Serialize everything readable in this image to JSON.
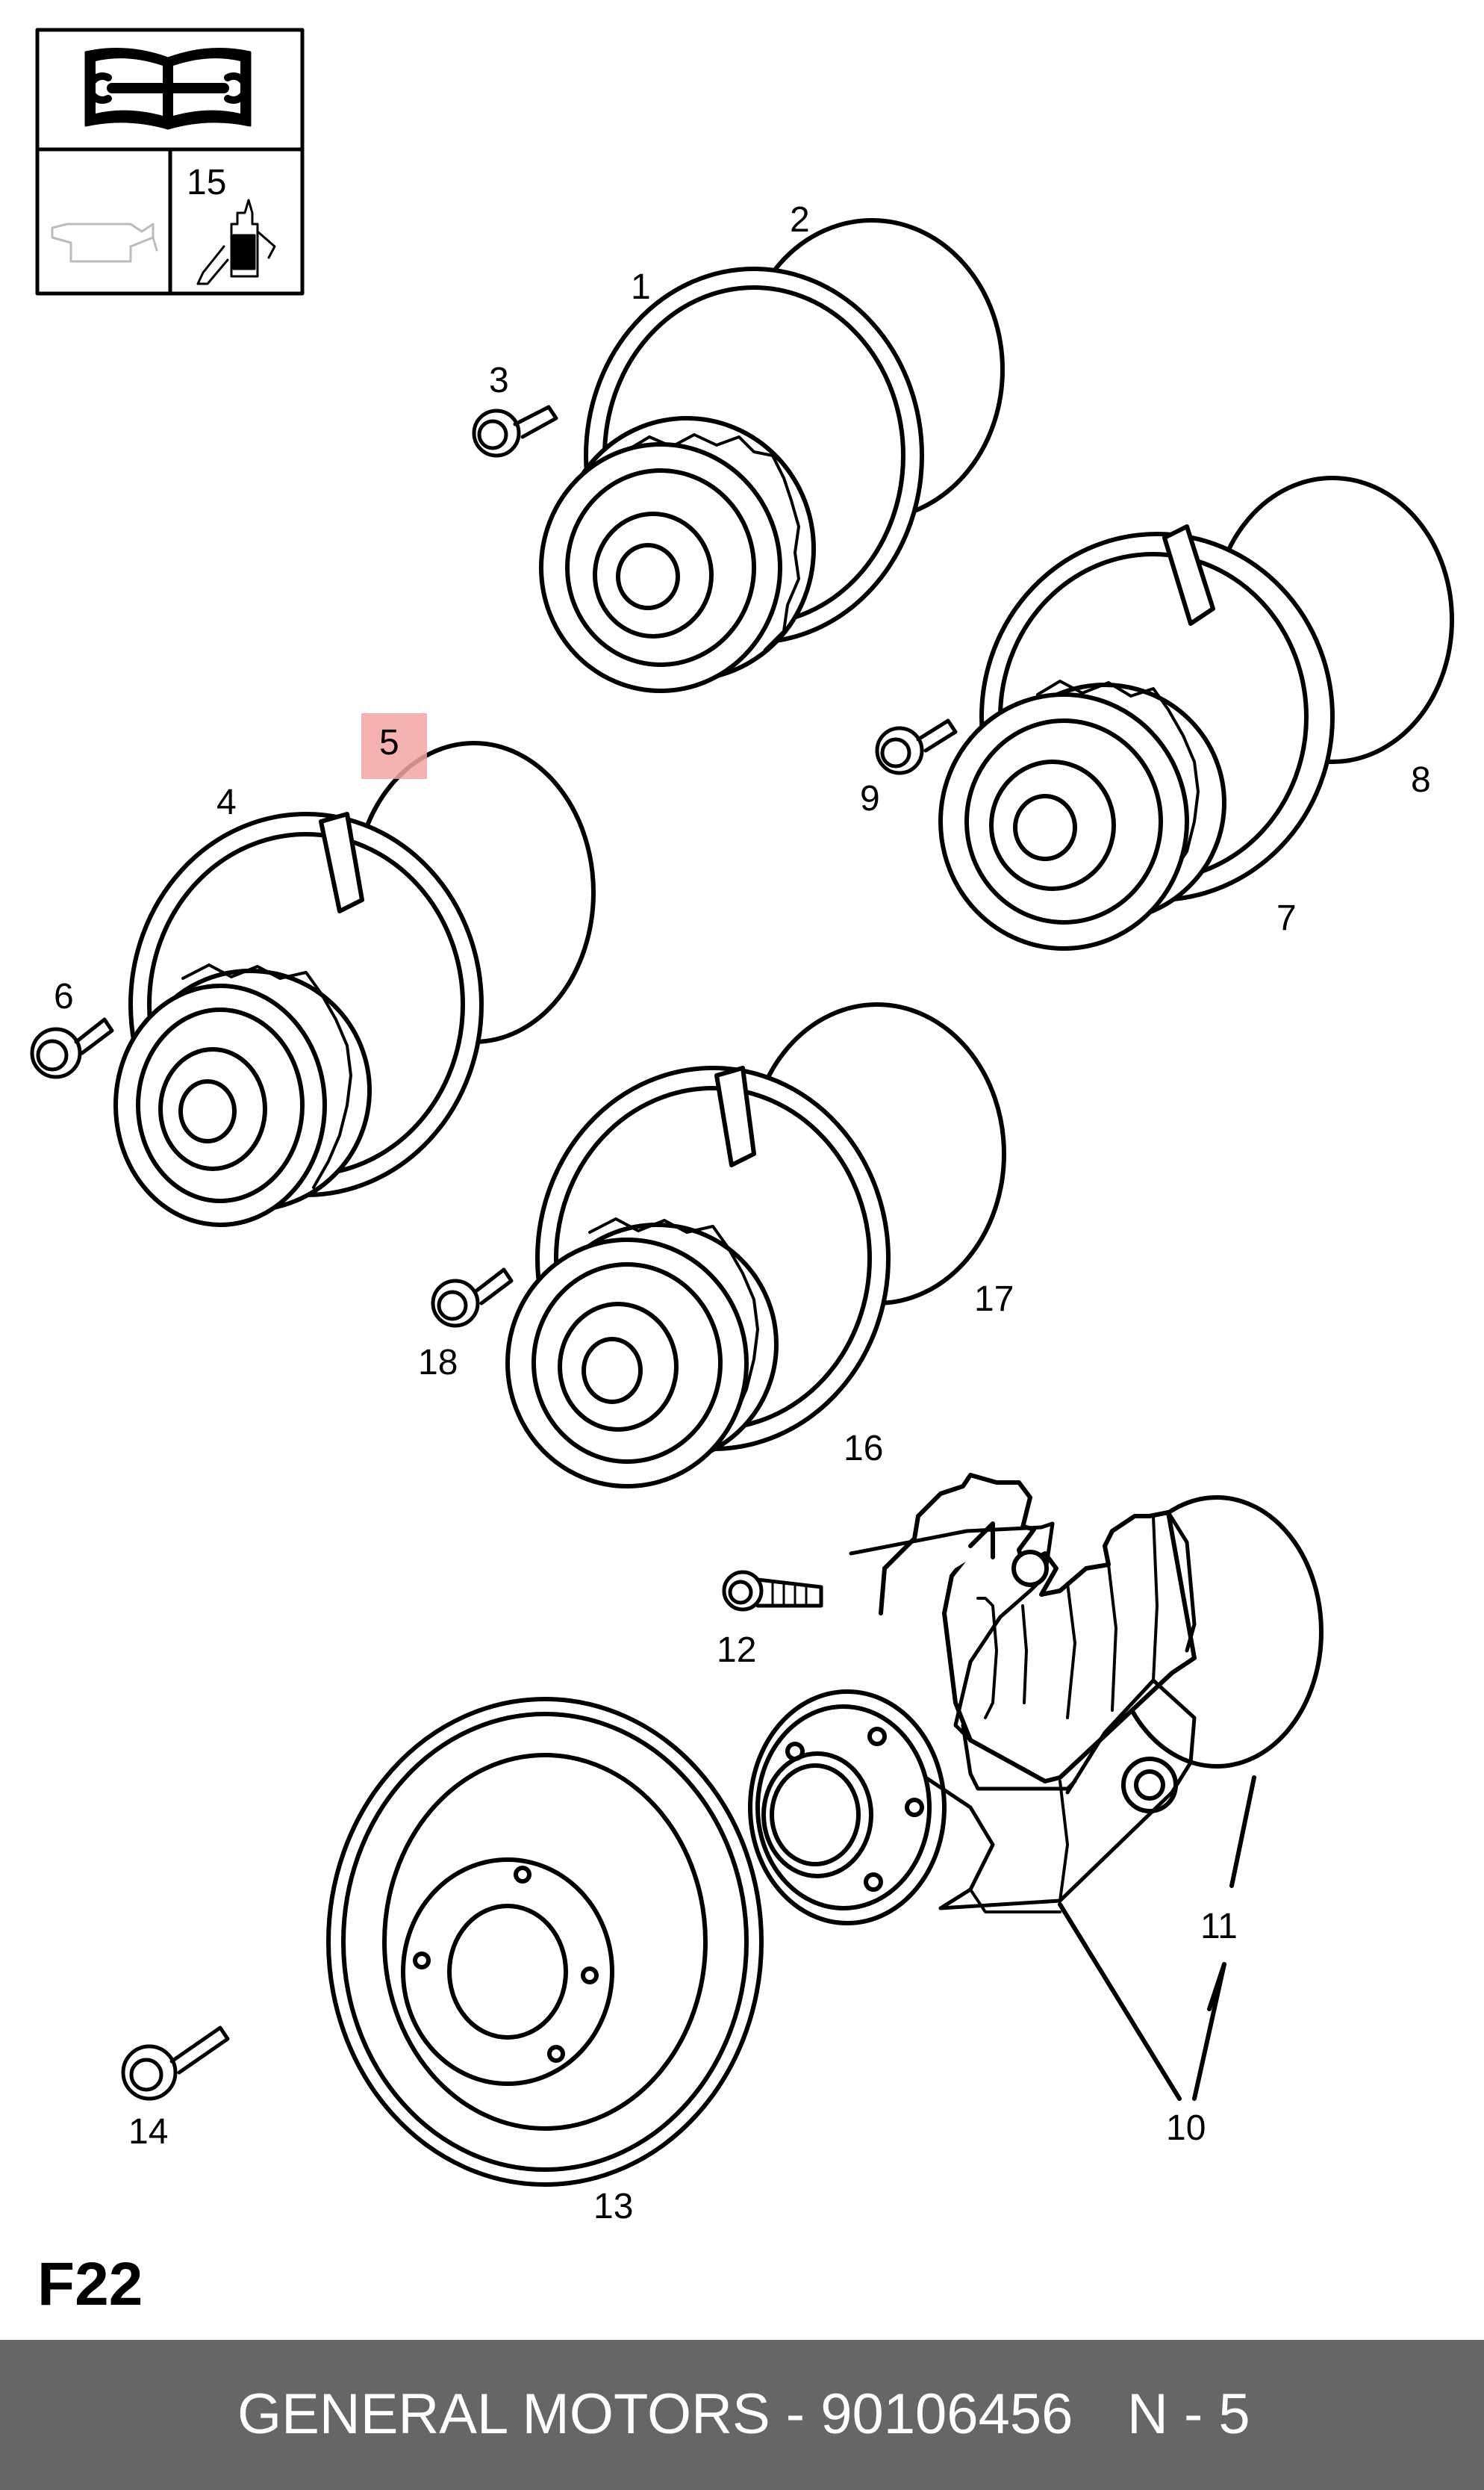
{
  "legend_box": {
    "consumable_number": "15",
    "book_icon": "service-manual-icon",
    "oil_icon": "oil-can-icon",
    "sealant_icon": "sealant-bottle-icon"
  },
  "callouts": [
    {
      "id": "c1",
      "label": "1"
    },
    {
      "id": "c2",
      "label": "2"
    },
    {
      "id": "c3",
      "label": "3"
    },
    {
      "id": "c4",
      "label": "4"
    },
    {
      "id": "c5",
      "label": "5"
    },
    {
      "id": "c6",
      "label": "6"
    },
    {
      "id": "c7",
      "label": "7"
    },
    {
      "id": "c8",
      "label": "8"
    },
    {
      "id": "c9",
      "label": "9"
    },
    {
      "id": "c10",
      "label": "10"
    },
    {
      "id": "c11",
      "label": "11"
    },
    {
      "id": "c12",
      "label": "12"
    },
    {
      "id": "c13",
      "label": "13"
    },
    {
      "id": "c14",
      "label": "14"
    },
    {
      "id": "c16",
      "label": "16"
    },
    {
      "id": "c17",
      "label": "17"
    },
    {
      "id": "c18",
      "label": "18"
    }
  ],
  "highlight": {
    "label": "5",
    "color": "#f4a3a3"
  },
  "plate_code": "F22",
  "footer": {
    "brand_part": "GENERAL MOTORS - 90106456",
    "page": "N - 5",
    "background": "#666666"
  }
}
